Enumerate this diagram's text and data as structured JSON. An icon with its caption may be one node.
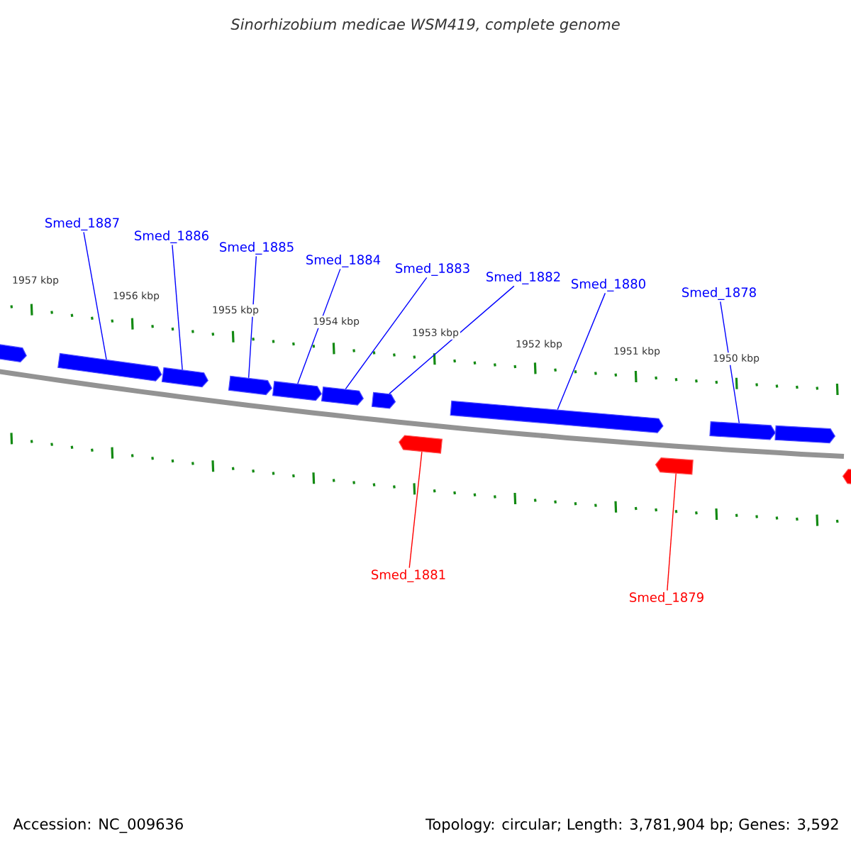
{
  "diagram": {
    "title": "Sinorhizobium medicae WSM419, complete genome",
    "nodes": [
      {
        "text": [
          "Smed_1887"
        ]
      },
      {
        "text": [
          "Smed_1886"
        ]
      },
      {
        "text": [
          "Smed_1885"
        ]
      },
      {
        "text": [
          "Smed_1884"
        ]
      },
      {
        "text": [
          "Smed_1883"
        ]
      },
      {
        "text": [
          "Smed_1882"
        ]
      },
      {
        "text": [
          "Smed_1880"
        ]
      },
      {
        "text": [
          "Smed_1878"
        ]
      },
      {
        "text": [
          "Smed_1881"
        ]
      },
      {
        "text": [
          "Smed_1879"
        ]
      },
      {
        "text": [],
        "shape": "bar"
      },
      {
        "text": [],
        "shape": "bar"
      },
      {
        "text": [],
        "shape": "bar"
      },
      {
        "text": [],
        "shape": "bar"
      },
      {
        "text": [],
        "shape": "bar"
      },
      {
        "text": [],
        "shape": "bar"
      },
      {
        "text": [],
        "shape": "bar"
      },
      {
        "text": [],
        "shape": "bar"
      },
      {
        "text": [],
        "shape": "bar"
      },
      {
        "text": [],
        "shape": "bar"
      },
      {
        "text": [],
        "shape": "bar"
      },
      {
        "text": [],
        "shape": "bar"
      },
      {
        "text": [],
        "shape": "bar"
      }
    ],
    "edges": [
      {
        "from": 0,
        "to": 11,
        "arrow": "none"
      },
      {
        "from": 1,
        "to": 12,
        "arrow": "none"
      },
      {
        "from": 2,
        "to": 13,
        "arrow": "none"
      },
      {
        "from": 3,
        "to": 14,
        "arrow": "none"
      },
      {
        "from": 4,
        "to": 15,
        "arrow": "none"
      },
      {
        "from": 5,
        "to": 16,
        "arrow": "none"
      },
      {
        "from": 6,
        "to": 18,
        "arrow": "none"
      },
      {
        "from": 7,
        "to": 20,
        "arrow": "none"
      },
      {
        "from": 8,
        "to": 17,
        "arrow": "none",
        "color": "#ff0000"
      },
      {
        "from": 9,
        "to": 19,
        "arrow": "none",
        "color": "#ff0000"
      }
    ],
    "labels": [
      "1957 kbp",
      "1956 kbp",
      "1955 kbp",
      "1954 kbp",
      "1953 kbp",
      "1952 kbp",
      "1951 kbp",
      "1950 kbp",
      "Accession: NC_009636",
      "Topology: circular; Length: 3,781,904 bp; Genes: 3,592"
    ]
  }
}
